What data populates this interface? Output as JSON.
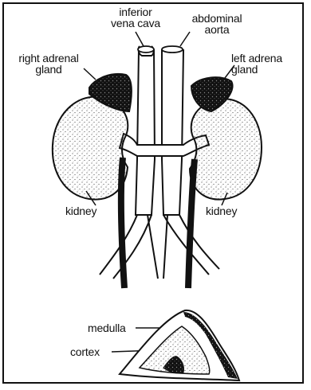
{
  "labels": {
    "ivc_line1": "inferior",
    "ivc_line2": "vena cava",
    "aorta_line1": "abdominal",
    "aorta_line2": "aorta",
    "right_adrenal_line1": "right adrenal",
    "right_adrenal_line2": "gland",
    "left_adrenal_line1": "left adrena",
    "left_adrenal_line2": "gland",
    "kidney_left": "kidney",
    "kidney_right": "kidney",
    "medulla": "medulla",
    "cortex": "cortex"
  }
}
